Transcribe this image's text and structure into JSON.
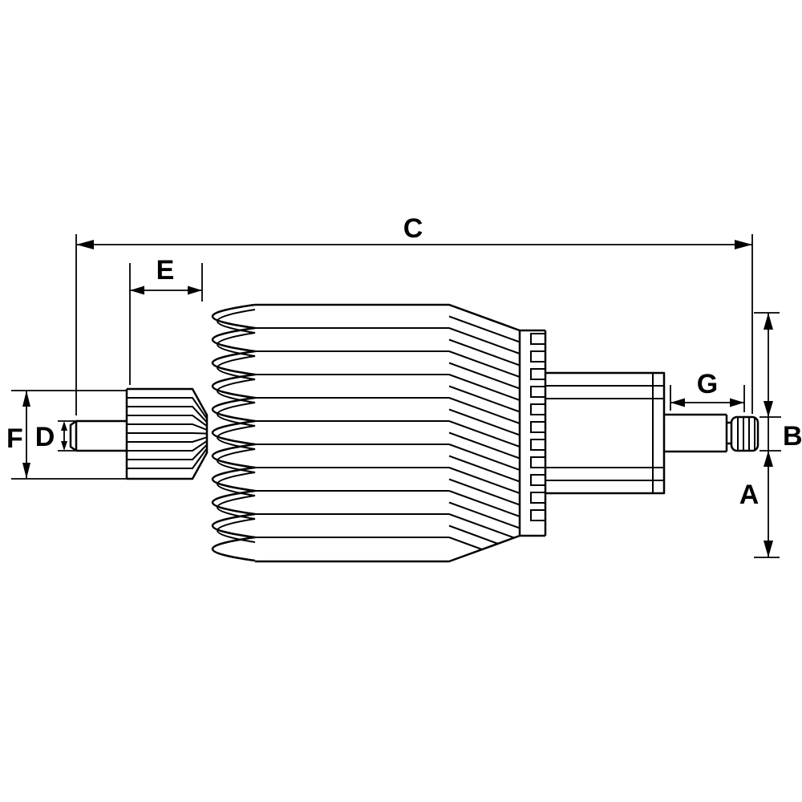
{
  "labels": {
    "A": "A",
    "B": "B",
    "C": "C",
    "D": "D",
    "E": "E",
    "F": "F",
    "G": "G"
  },
  "colors": {
    "background": "#ffffff",
    "line": "#000000"
  }
}
